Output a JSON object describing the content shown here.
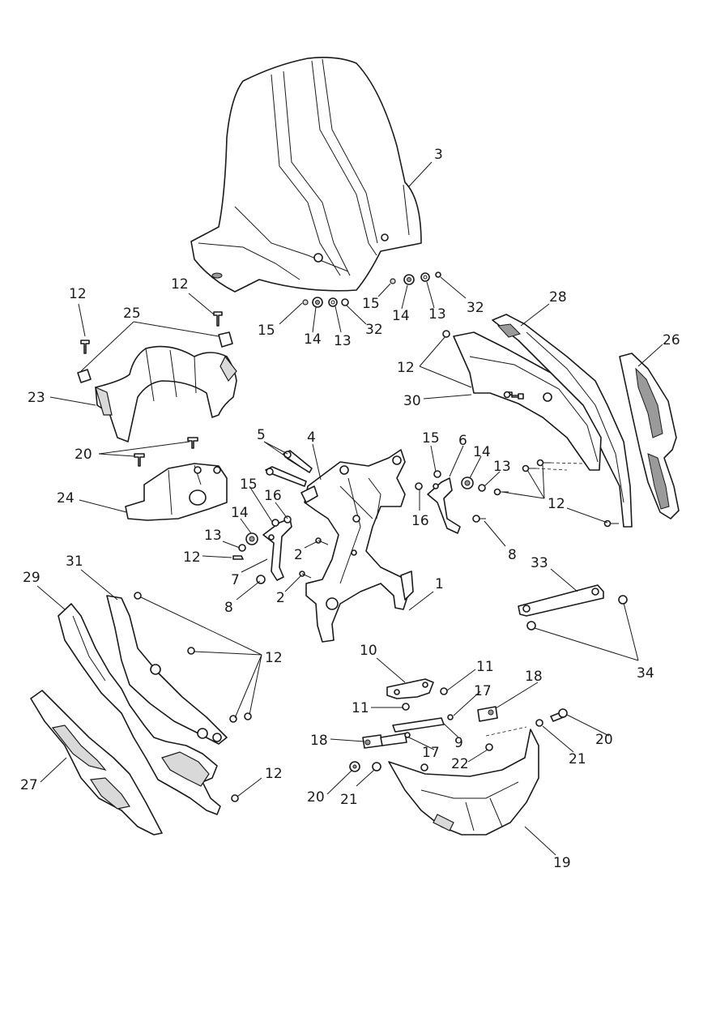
{
  "callouts": [
    {
      "id": "c3",
      "text": "3"
    },
    {
      "id": "c12a",
      "text": "12"
    },
    {
      "id": "c12b",
      "text": "12"
    },
    {
      "id": "c25",
      "text": "25"
    },
    {
      "id": "c23",
      "text": "23"
    },
    {
      "id": "c20a",
      "text": "20"
    },
    {
      "id": "c24",
      "text": "24"
    },
    {
      "id": "c15a",
      "text": "15"
    },
    {
      "id": "c14a",
      "text": "14"
    },
    {
      "id": "c13a",
      "text": "13"
    },
    {
      "id": "c32a",
      "text": "32"
    },
    {
      "id": "c15b",
      "text": "15"
    },
    {
      "id": "c14b",
      "text": "14"
    },
    {
      "id": "c13b",
      "text": "13"
    },
    {
      "id": "c32b",
      "text": "32"
    },
    {
      "id": "c28",
      "text": "28"
    },
    {
      "id": "c26",
      "text": "26"
    },
    {
      "id": "c12c",
      "text": "12"
    },
    {
      "id": "c30",
      "text": "30"
    },
    {
      "id": "c5",
      "text": "5"
    },
    {
      "id": "c4",
      "text": "4"
    },
    {
      "id": "c15c",
      "text": "15"
    },
    {
      "id": "c6",
      "text": "6"
    },
    {
      "id": "c14c",
      "text": "14"
    },
    {
      "id": "c13c",
      "text": "13"
    },
    {
      "id": "c12d",
      "text": "12"
    },
    {
      "id": "c15d",
      "text": "15"
    },
    {
      "id": "c16a",
      "text": "16"
    },
    {
      "id": "c14d",
      "text": "14"
    },
    {
      "id": "c13d",
      "text": "13"
    },
    {
      "id": "c12e",
      "text": "12"
    },
    {
      "id": "c16b",
      "text": "16"
    },
    {
      "id": "c8a",
      "text": "8"
    },
    {
      "id": "c2a",
      "text": "2"
    },
    {
      "id": "c7",
      "text": "7"
    },
    {
      "id": "c8b",
      "text": "8"
    },
    {
      "id": "c2b",
      "text": "2"
    },
    {
      "id": "c1",
      "text": "1"
    },
    {
      "id": "c33",
      "text": "33"
    },
    {
      "id": "c34",
      "text": "34"
    },
    {
      "id": "c29",
      "text": "29"
    },
    {
      "id": "c31",
      "text": "31"
    },
    {
      "id": "c12f",
      "text": "12"
    },
    {
      "id": "c10",
      "text": "10"
    },
    {
      "id": "c11a",
      "text": "11"
    },
    {
      "id": "c11b",
      "text": "11"
    },
    {
      "id": "c17a",
      "text": "17"
    },
    {
      "id": "c18a",
      "text": "18"
    },
    {
      "id": "c18b",
      "text": "18"
    },
    {
      "id": "c17b",
      "text": "17"
    },
    {
      "id": "c9",
      "text": "9"
    },
    {
      "id": "c22",
      "text": "22"
    },
    {
      "id": "c21a",
      "text": "21"
    },
    {
      "id": "c20b",
      "text": "20"
    },
    {
      "id": "c20c",
      "text": "20"
    },
    {
      "id": "c21b",
      "text": "21"
    },
    {
      "id": "c27",
      "text": "27"
    },
    {
      "id": "c12g",
      "text": "12"
    },
    {
      "id": "c19",
      "text": "19"
    }
  ]
}
